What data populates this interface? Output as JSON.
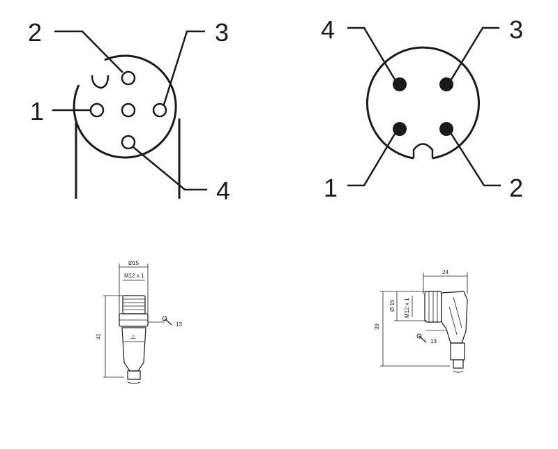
{
  "female_face": {
    "pin_labels": {
      "p1": "1",
      "p2": "2",
      "p3": "3",
      "p4": "4"
    }
  },
  "male_face": {
    "pin_labels": {
      "p1": "1",
      "p2": "2",
      "p3": "3",
      "p4": "4"
    }
  },
  "straight_connector": {
    "outer_diameter": "Ø15",
    "thread": "M12 x 1",
    "wrench_size": "13",
    "length": "41"
  },
  "angled_connector": {
    "width": "24",
    "outer_diameter": "Ø 15",
    "thread": "M12 x 1",
    "wrench_size": "13",
    "length": "39"
  }
}
